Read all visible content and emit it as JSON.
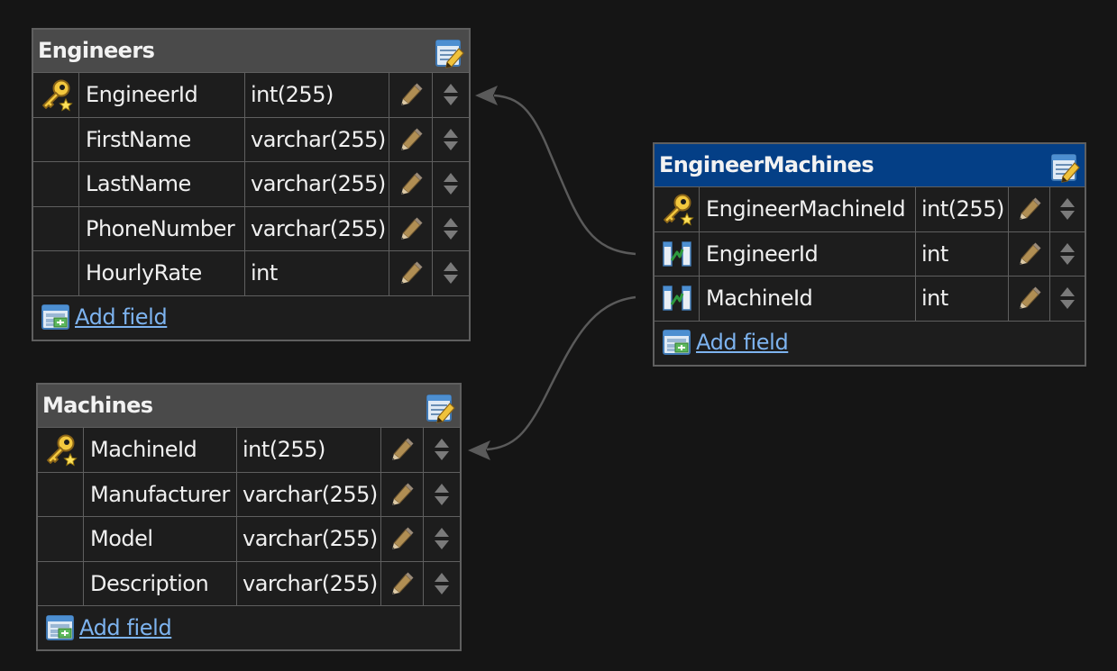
{
  "canvas": {
    "background": "#151515"
  },
  "colors": {
    "border": "#5f5f5f",
    "header": "#4a4a4a",
    "selected_header": "#043f86",
    "cell_background": "#1d1d1d",
    "text": "#f0f0f0",
    "link": "#7db3ef",
    "connector": "#5a5a5a"
  },
  "icons": {
    "primary_key": "key-icon",
    "foreign_key": "foreign-key-icon",
    "edit_field": "pencil-icon",
    "reorder": "up-down-arrows-icon",
    "edit_table": "edit-table-icon",
    "add_field": "add-field-icon"
  },
  "tables": {
    "engineers": {
      "title": "Engineers",
      "fields": [
        {
          "name": "EngineerId",
          "type": "int(255)",
          "key": "primary"
        },
        {
          "name": "FirstName",
          "type": "varchar(255)",
          "key": "none"
        },
        {
          "name": "LastName",
          "type": "varchar(255)",
          "key": "none"
        },
        {
          "name": "PhoneNumber",
          "type": "varchar(255)",
          "key": "none"
        },
        {
          "name": "HourlyRate",
          "type": "int",
          "key": "none"
        }
      ],
      "add_field_label": "Add field"
    },
    "machines": {
      "title": "Machines",
      "fields": [
        {
          "name": "MachineId",
          "type": "int(255)",
          "key": "primary"
        },
        {
          "name": "Manufacturer",
          "type": "varchar(255)",
          "key": "none"
        },
        {
          "name": "Model",
          "type": "varchar(255)",
          "key": "none"
        },
        {
          "name": "Description",
          "type": "varchar(255)",
          "key": "none"
        }
      ],
      "add_field_label": "Add field"
    },
    "engineer_machines": {
      "title": "EngineerMachines",
      "selected": true,
      "fields": [
        {
          "name": "EngineerMachineId",
          "type": "int(255)",
          "key": "primary"
        },
        {
          "name": "EngineerId",
          "type": "int",
          "key": "foreign"
        },
        {
          "name": "MachineId",
          "type": "int",
          "key": "foreign"
        }
      ],
      "add_field_label": "Add field"
    }
  },
  "relationships": [
    {
      "from": "EngineerMachines.EngineerId",
      "to": "Engineers.EngineerId"
    },
    {
      "from": "EngineerMachines.MachineId",
      "to": "Machines.MachineId"
    }
  ]
}
